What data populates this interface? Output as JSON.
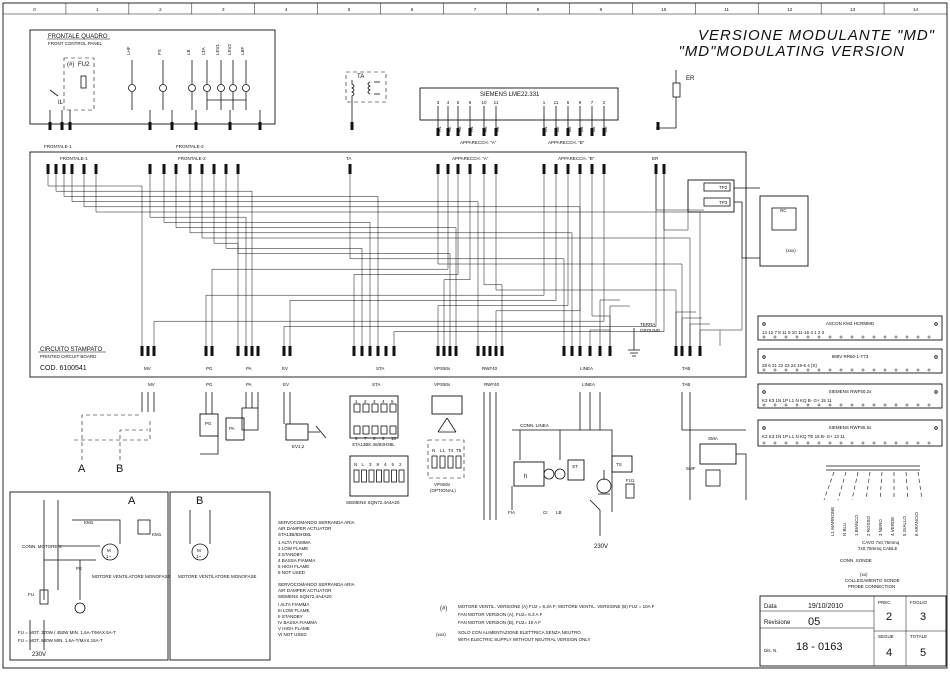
{
  "title": {
    "line1": "VERSIONE MODULANTE \"MD\"",
    "line2": "\"MD\"MODULATING VERSION"
  },
  "grid_columns": [
    "0",
    "1",
    "2",
    "3",
    "4",
    "5",
    "6",
    "7",
    "8",
    "9",
    "10",
    "11",
    "12",
    "13",
    "14"
  ],
  "frontale_quadro": {
    "title": "FRONTALE QUADRO",
    "subtitle": "FRONT CONTROL PANEL",
    "fuse": "FU2",
    "hash": "(#)",
    "switch": "IL",
    "lamps": [
      "LHF",
      "FS",
      "LB",
      "LTA",
      "LEV1",
      "LEV2",
      "LBF"
    ],
    "bottom_labels": [
      "FRONTALE-1",
      "FRONTALE-2"
    ]
  },
  "ta_label": "TA",
  "er_label": "ER",
  "siemens_lme": {
    "title": "SIEMENS LME22.331",
    "pins_a": [
      "3",
      "4",
      "5",
      "8",
      "10",
      "11"
    ],
    "pins_b": [
      "1",
      "11",
      "6",
      "9",
      "7",
      "2"
    ],
    "terms_a": [
      "A1",
      "A2",
      "A3",
      "A4",
      "A5",
      "A6"
    ],
    "terms_b": [
      "B1",
      "B2",
      "B3",
      "B4",
      "B5",
      "B6"
    ],
    "label_a": "APPARECCH. \"A\"",
    "label_b": "APPARECCH. \"B\""
  },
  "pcb_top_labels": [
    "FRONTALE-1",
    "FRONTALE-2",
    "TA",
    "APPARECCH. \"A\"",
    "APPARECCH. \"B\"",
    "ER"
  ],
  "pcb": {
    "title": "CIRCUITO STAMPATO",
    "subtitle": "PRINTED CIRCUIT BOARD",
    "code": "COD. 6100541",
    "bottom_labels": [
      "MV",
      "PG",
      "PA",
      "EV",
      "STA",
      "VPS50x",
      "RWF40",
      "LINEA",
      "TAB"
    ],
    "terra": "TERRA",
    "ground": "GROUND"
  },
  "tp_labels": [
    "TP2",
    "TP3"
  ],
  "rc": {
    "label": "RC",
    "note": "(xxx)"
  },
  "instruments": [
    {
      "title": "ASCON KM3 HCRMMD",
      "pins": "14 12 7 8 11 9 10 11-15     4         1   2   3"
    },
    {
      "title": "688V RR60-1-T73",
      "pins": "28 6 21 22 23 24 19-5          4         (S)"
    },
    {
      "title": "SIEMENS RWF50.2x",
      "pins": "K2 K3 1N 1P L1 N KQ    B-  G+    15    11"
    },
    {
      "title": "SIEMENS RWF55.5x",
      "pins": "K2 K3 1N 1P L1 N KQ TE    15  B-  G+    13    11"
    }
  ],
  "lower_components": {
    "mv": "MV",
    "pg": "PG",
    "pa": "PA",
    "ev": "EV",
    "sta": "STA",
    "vps": "VPS50x",
    "rwf": "RWF40",
    "linea": "LINEA",
    "tab": "TAB",
    "pg_box": "PG",
    "pa_box": "PA",
    "ev12": "EV1,2",
    "sta_model": "STA13BK.36/83H38L",
    "sta_model2": "SIEMENS SQN72.4A4A20",
    "vps_model": "VPS50x",
    "vps_opt": "(OPTIONAL)",
    "conn_linea": "CONN. LINEA",
    "sma": "SMA",
    "smf": "SMF",
    "ts": "TS",
    "fu1": "FU1",
    "fia": "FIA",
    "ci": "CI",
    "lb": "LB",
    "st": "ST",
    "h": "h",
    "voltage": "230V",
    "sta_terms": [
      "1",
      "2",
      "3",
      "4",
      "5",
      "6",
      "7",
      "8",
      "9",
      "10"
    ],
    "sqn_terms": [
      "N",
      "L",
      "3",
      "8",
      "4",
      "5",
      "2"
    ],
    "vps_terms": [
      "N",
      "L1",
      "T4",
      "T5"
    ]
  },
  "cable": {
    "pins": [
      "L1 MARRONE",
      "N BLU",
      "1 BIANCO",
      "2 ROSSO",
      "3 NERO",
      "4 VERDE",
      "5 GIALLO",
      "6 ARANCIO"
    ],
    "label": "CAVO 7x0,75mmq",
    "label2": "7x0,75mmq CABLE",
    "conn": "CONN. SONDE",
    "xx": "(xx)",
    "coll": "COLLEGAMENTO SONDE",
    "coll_en": "PROBE CONNECTION"
  },
  "box_a": {
    "title": "A",
    "km1": "KM1",
    "kmb": "KM1",
    "conn": "CONN. MOTORE V.",
    "motor": "M",
    "motor_sub": "1~",
    "note": "MOTORE VENTILATORE MONOFASE",
    "fu": "FU",
    "pe": "PE",
    "fu_lines": [
      "FU = MOT. 370W / 450W MIN. 1,6A-T/MAX.5A-T",
      "FU = MOT. 620W MIN. 1,6A-T/MAX.15A-T"
    ],
    "voltage": "230V"
  },
  "box_b": {
    "title": "B",
    "motor": "M",
    "motor_sub": "1~",
    "note": "MOTORE VENTILATORE MONOFASE"
  },
  "servo": {
    "t1": "SERVOCOMANDO SERRANDA ARIA",
    "t1_en": "AIR DAMPER ACTUATOR",
    "t1_model": "STA13B/83H38L",
    "rows1": [
      "1   ALTA FIAMMA",
      "2   LOW FLAME",
      "3   STANDBY",
      "4   BASSA FIAMMA",
      "5   HIGH FLAME",
      "6   NOT USED"
    ],
    "t2": "SERVOCOMANDO SERRANDA ARIA",
    "t2_en": "AIR DAMPER ACTUATOR",
    "t2_model": "SIEMENS SQN72.4A4A20",
    "rows2": [
      "I   ALTA FIAMMA",
      "III LOW FLAME",
      "II  STANDBY",
      "IV  BASSA FIAMMA",
      "V   HIGH FLAME",
      "VI  NOT USED"
    ]
  },
  "notes": {
    "hash": "(#)",
    "hash_it": "MOTORE VENTIL. VERSIONE (A) FU2 = 6,3A F; MOTORE VENTIL. VERSIONE (B) FU2 = 10A F",
    "hash_en1": "FAN MOTOR VERSION (A), FU2= 6.3 A F",
    "hash_en2": "FAN MOTOR VERSION (B), FU2= 10 A F",
    "xxx": "(xxx)",
    "xxx_it": "SOLO CON ALIMENTAZIONE ELETTRICA SENZA NEUTRO",
    "xxx_en": "WITH ELECTRIC SUPPLY WITHOUT NEUTRAL VERSION ONLY"
  },
  "title_block": {
    "data_label": "Data",
    "data_value": "19/10/2010",
    "rev_label": "Revisione",
    "rev_value": "05",
    "dis_label": "Dis. N.",
    "dis_value": "18 - 0163",
    "prec_label": "PREC.",
    "prec_value": "2",
    "foglio_label": "FOGLIO",
    "foglio_value": "3",
    "segue_label": "SEGUE",
    "segue_value": "4",
    "totale_label": "TOTALE",
    "totale_value": "5"
  }
}
